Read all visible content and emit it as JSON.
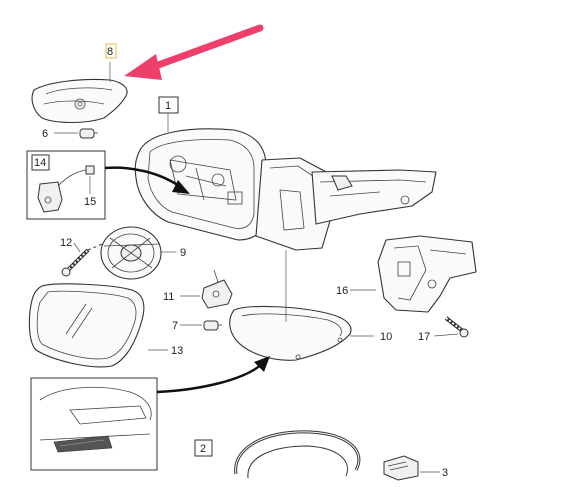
{
  "callouts": {
    "c1": "1",
    "c2": "2",
    "c3": "3",
    "c6": "6",
    "c7": "7",
    "c8": "8",
    "c9": "9",
    "c10": "10",
    "c11": "11",
    "c12": "12",
    "c13": "13",
    "c14": "14",
    "c15": "15",
    "c16": "16",
    "c17": "17"
  },
  "colors": {
    "highlight_arrow": "#ee3e6a",
    "highlight_box": "#e8b84a",
    "lines": "#333333"
  },
  "icons": {
    "pointer": "arrow-icon"
  }
}
